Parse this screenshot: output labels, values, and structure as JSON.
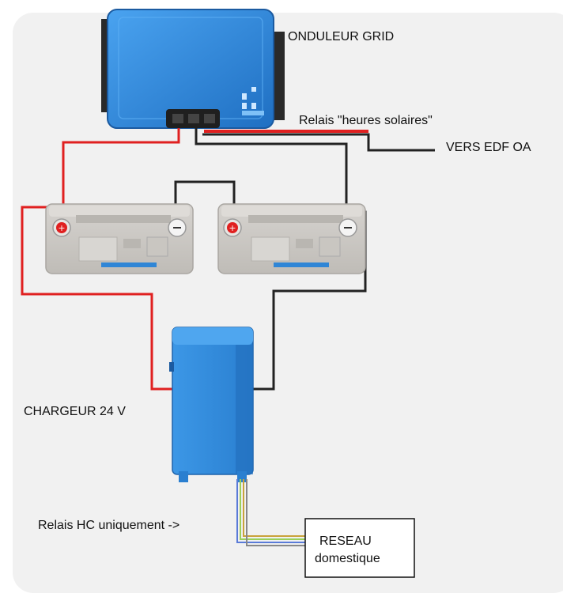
{
  "labels": {
    "inverter": "ONDULEUR GRID",
    "solar_relay": "Relais \"heures solaires\"",
    "edf": "VERS EDF OA",
    "charger": "CHARGEUR 24 V",
    "hc_relay": "Relais HC uniquement ->",
    "grid_line1": "RESEAU",
    "grid_line2": "domestique"
  },
  "colors": {
    "wire_positive": "#e02020",
    "wire_negative": "#222222",
    "device_blue": "#2f86d6",
    "battery_grey": "#cbc8c4",
    "background_panel": "#f1f1f1"
  }
}
